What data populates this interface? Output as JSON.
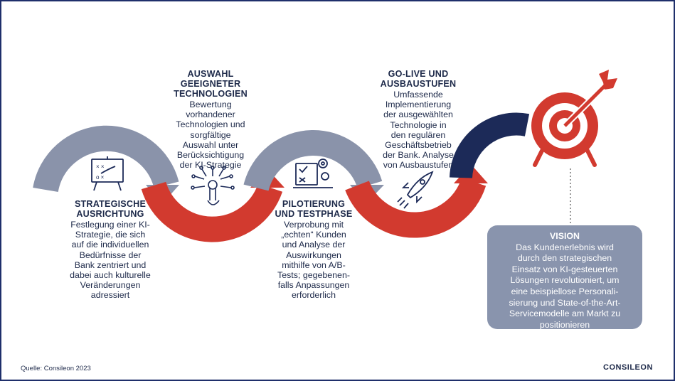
{
  "colors": {
    "gray": "#8a93aa",
    "red": "#d23a2f",
    "navy": "#1c2a58",
    "text": "#1e2a4a",
    "vision_box": "#8994ad"
  },
  "steps": [
    {
      "title": [
        "STRATEGISCHE",
        "AUSRICHTUNG"
      ],
      "desc": [
        "Festlegung einer KI-",
        "Strategie, die sich",
        "auf die individuellen",
        "Bedürfnisse der",
        "Bank zentriert und",
        "dabei auch kulturelle",
        "Veränderungen",
        "adressiert"
      ],
      "icon": "strategy-board-icon"
    },
    {
      "title": [
        "AUSWAHL",
        "GEEIGNETER",
        "TECHNOLOGIEN"
      ],
      "desc": [
        "Bewertung",
        "vorhandener",
        "Technologien und",
        "sorgfältige",
        "Auswahl unter",
        "Berücksichtigung",
        "der KI-Strategie"
      ],
      "icon": "tech-touch-icon"
    },
    {
      "title": [
        "PILOTIERUNG",
        "UND TESTPHASE"
      ],
      "desc": [
        "Verprobung mit",
        "„echten“ Kunden",
        "und Analyse der",
        "Auswirkungen",
        "mithilfe von A/B-",
        "Tests; gegebenen-",
        "falls Anpassungen",
        "erforderlich"
      ],
      "icon": "testing-computer-icon"
    },
    {
      "title": [
        "GO-LIVE UND",
        "AUSBAUSTUFEN"
      ],
      "desc": [
        "Umfassende",
        "Implementierung",
        "der ausgewählten",
        "Technologie in",
        "den regulären",
        "Geschäftsbetrieb",
        "der Bank. Analyse",
        "von Ausbaustufen"
      ],
      "icon": "rocket-icon"
    }
  ],
  "vision": {
    "title": "VISION",
    "desc": [
      "Das Kundenerlebnis wird",
      "durch den strategischen",
      "Einsatz von KI-gesteuerten",
      "Lösungen revolutioniert, um",
      "eine beispiellose Personali-",
      "sierung und State-of-the-Art-",
      "Servicemodelle am Markt zu",
      "positionieren"
    ],
    "icon": "target-arrow-icon"
  },
  "footer": {
    "source": "Quelle: Consileon 2023",
    "logo": "CONSILEON"
  }
}
